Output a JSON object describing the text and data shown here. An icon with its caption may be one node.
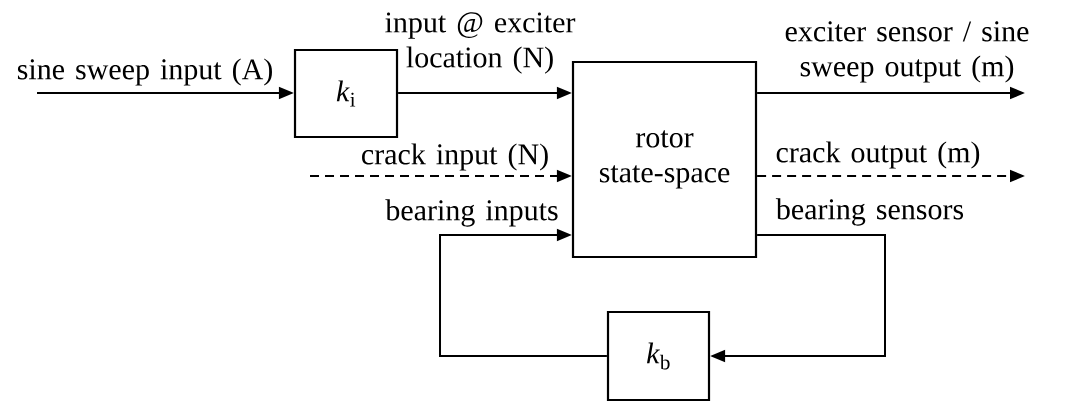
{
  "diagram": {
    "nodes": [
      {
        "text": [
          "*k*$_{i}$"
        ]
      },
      {
        "text": [
          "rotor state-space"
        ]
      },
      {
        "text": [
          "*k*$_{b}$"
        ]
      }
    ],
    "edges": [
      {
        "from": null,
        "to": 0,
        "arrow": "to",
        "label": "sine sweep input (A)"
      },
      {
        "from": 0,
        "to": 1,
        "arrow": "to",
        "label": "input @ exciter location (N)"
      },
      {
        "from": null,
        "to": 1,
        "arrow": "to",
        "label": "crack input (N)",
        "style": "dashed"
      },
      {
        "from": 1,
        "to": null,
        "arrow": "to",
        "label": "exciter sensor / sine sweep output (m)"
      },
      {
        "from": 1,
        "to": null,
        "arrow": "to",
        "label": "crack output (m)",
        "style": "dashed"
      },
      {
        "from": 1,
        "to": 2,
        "arrow": "to",
        "label": "bearing sensors"
      },
      {
        "from": 2,
        "to": 1,
        "arrow": "to",
        "label": "bearing inputs"
      }
    ]
  }
}
